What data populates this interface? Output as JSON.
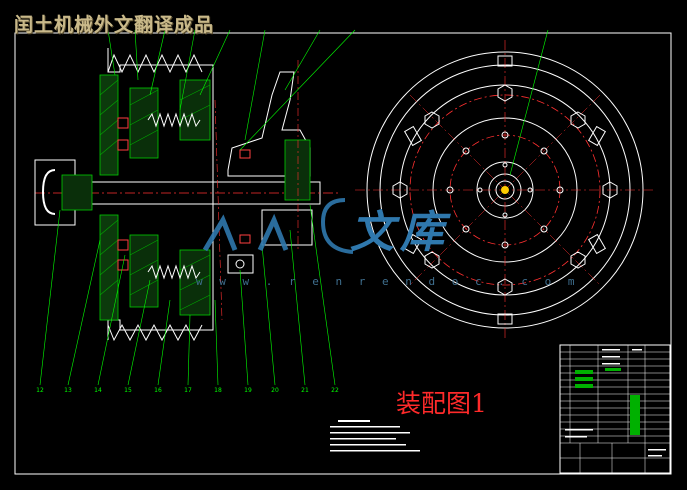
{
  "banner": {
    "text": "闰土机械外文翻译成品"
  },
  "caption": {
    "text": "装配图1"
  },
  "watermark": {
    "glyphs": "文库",
    "url": "w w w . r e n r e n d o c . c o m",
    "color": "#2f78ad"
  },
  "colors": {
    "background": "#000000",
    "frame": "#ffffff",
    "outline": "#ffffff",
    "hatch": "#00cc00",
    "center_line": "#ff3030",
    "leader": "#00ff00",
    "caption": "#ff2a2a",
    "table_green": "#00b000"
  },
  "part_balloons": [
    "12",
    "13",
    "14",
    "15",
    "16",
    "17",
    "18",
    "19",
    "20",
    "21",
    "22"
  ]
}
